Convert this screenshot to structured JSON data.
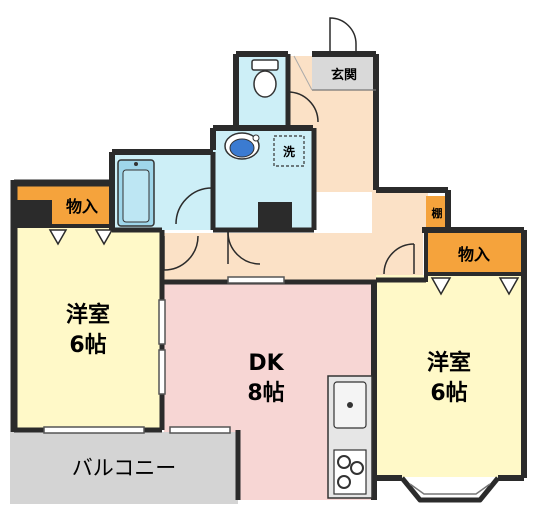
{
  "rooms": {
    "western_left": {
      "name": "洋室",
      "size": "6帖"
    },
    "western_right": {
      "name": "洋室",
      "size": "6帖"
    },
    "dk": {
      "name": "DK",
      "size": "8帖"
    },
    "closet_left": "物入",
    "closet_right": "物入",
    "entrance": "玄関",
    "washer": "洗",
    "shelf": "棚",
    "balcony": "バルコニー"
  },
  "colors": {
    "wall": "#2b2b2b",
    "western_floor": "#fff9c8",
    "dk_floor": "#f7d6d4",
    "corridor_floor": "#fbe1c6",
    "wet_area_floor": "#cdeff7",
    "closet_label": "#f5a33c",
    "entrance_floor": "#d9d9d9",
    "balcony_floor": "#d4d4d4",
    "kitchen_counter": "#e6e6e6"
  }
}
